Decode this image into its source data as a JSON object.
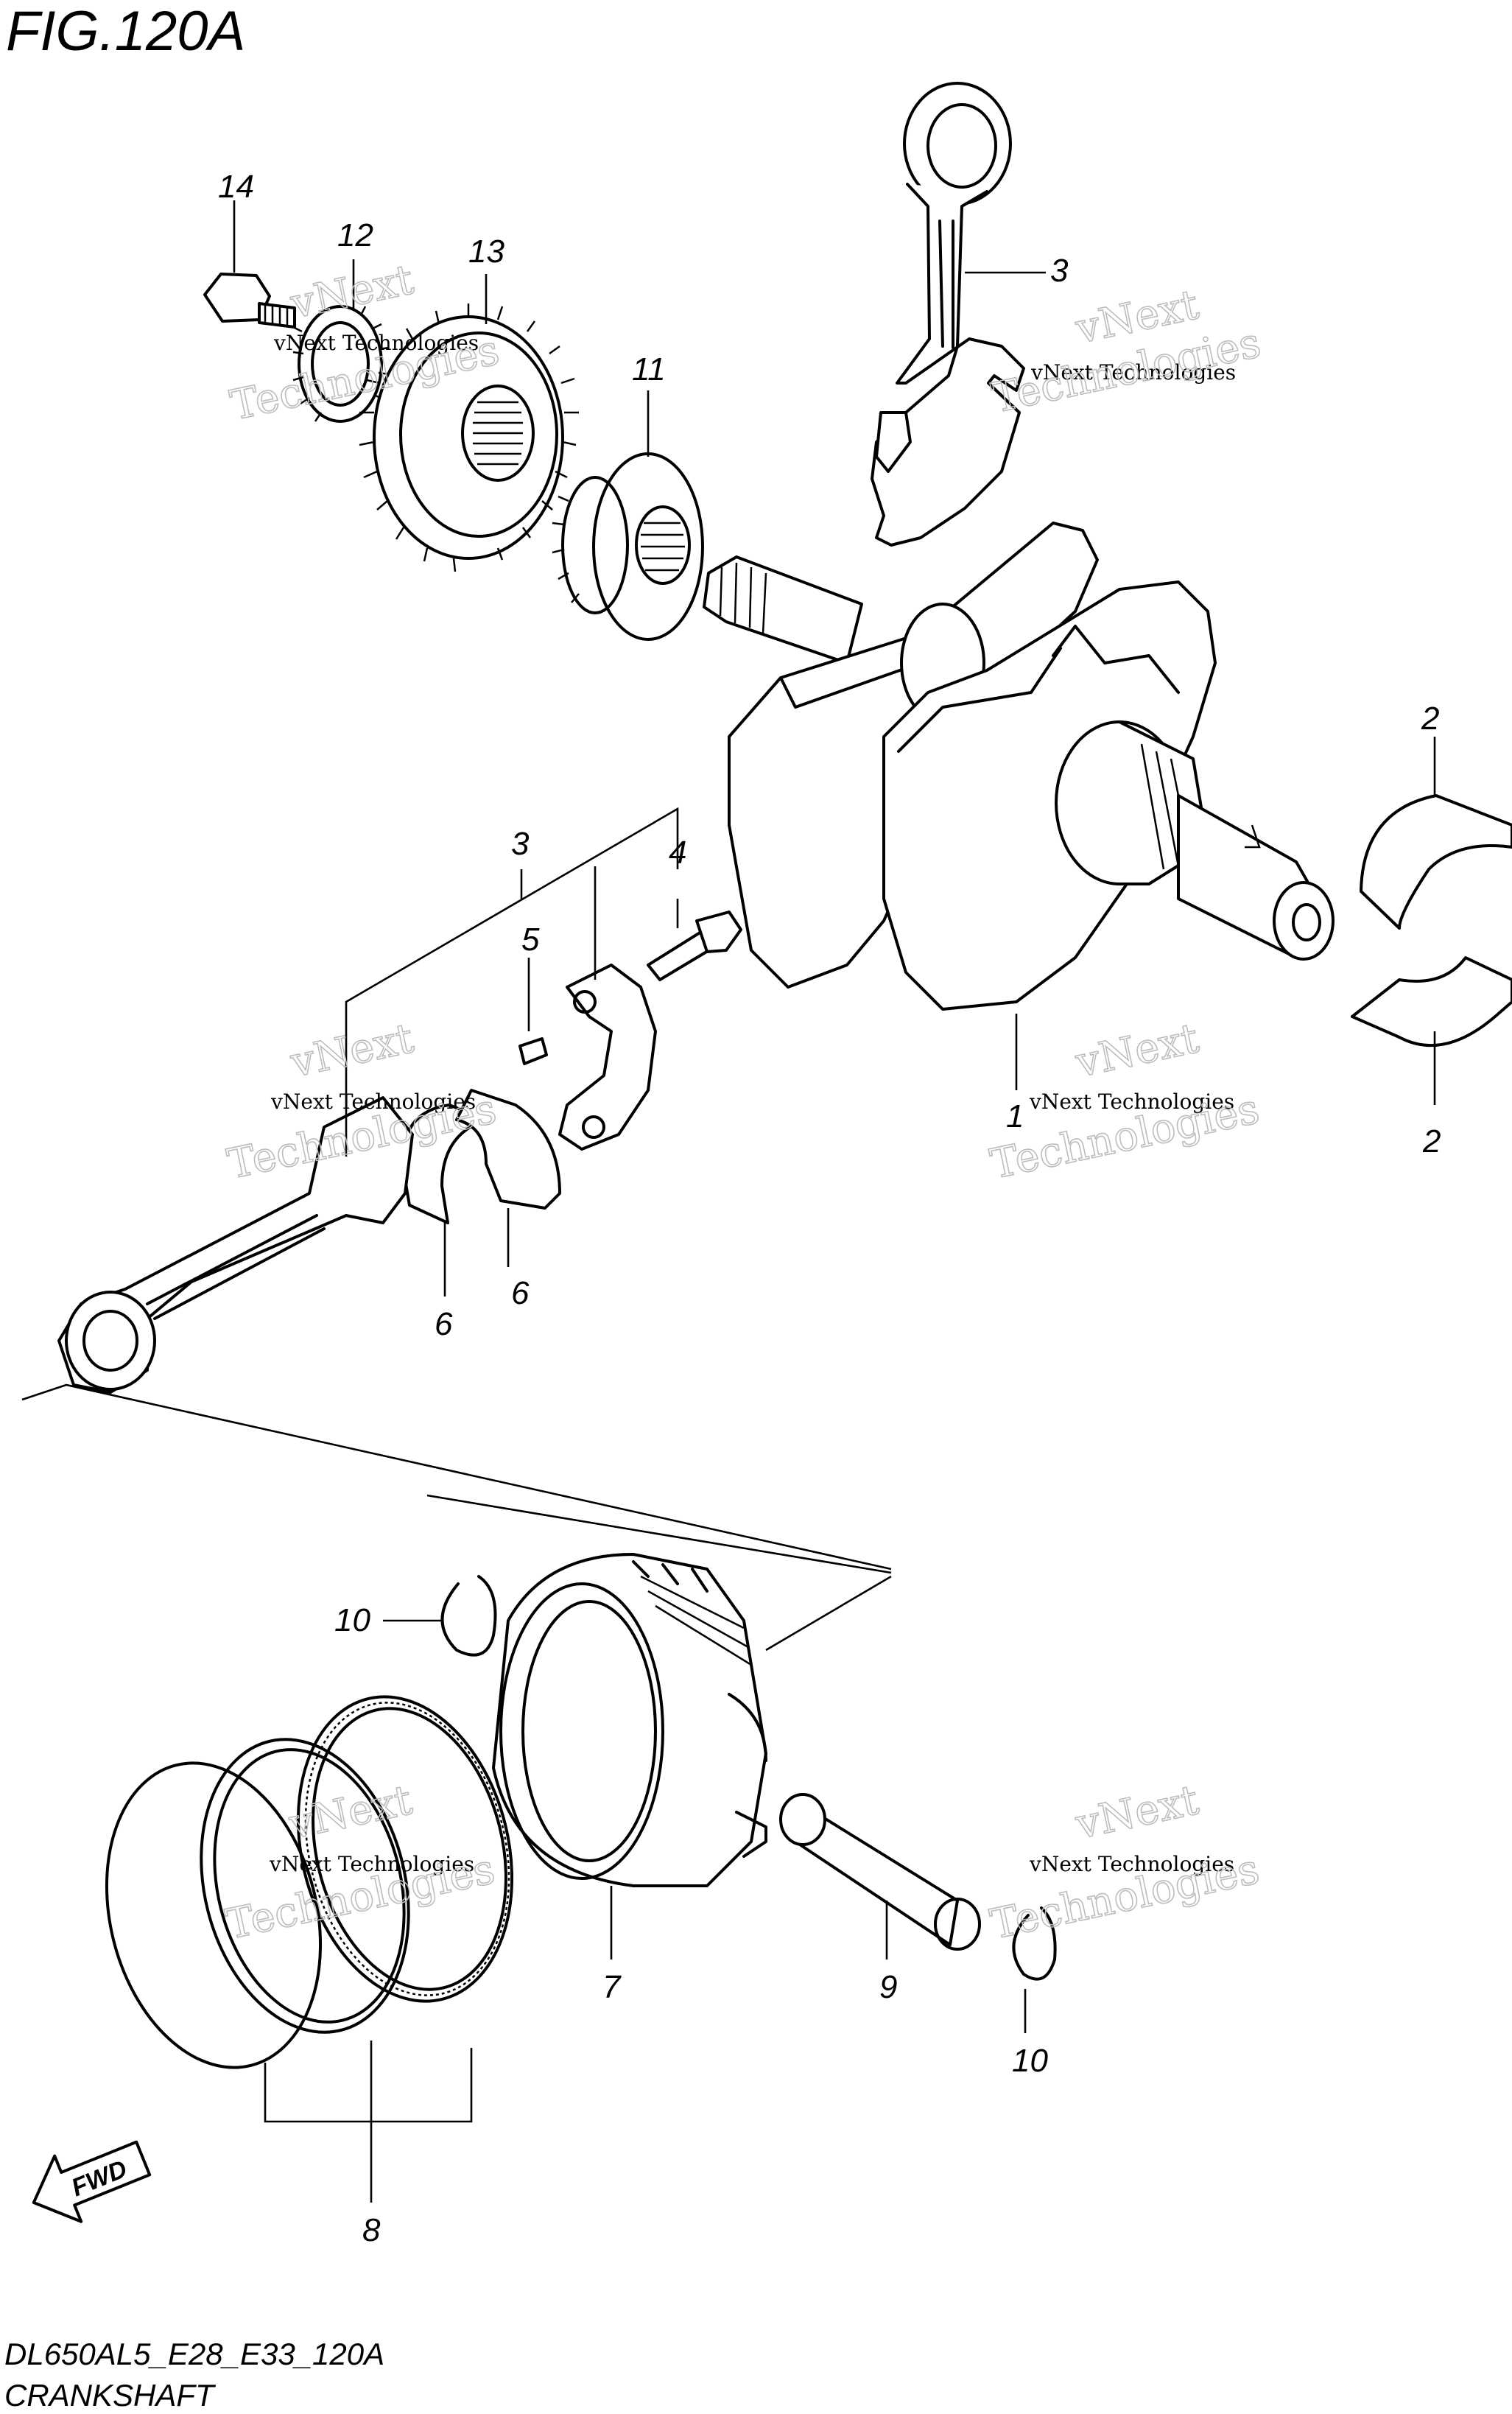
{
  "figure_title": "FIG.120A",
  "footer": {
    "model_code": "DL650AL5_E28_E33_120A",
    "section_name": "CRANKSHAFT"
  },
  "watermark": {
    "line1": "vNext Technologies",
    "brand_word1": "vNext",
    "brand_word2": "Technologies"
  },
  "fwd_label": "FWD",
  "callouts": {
    "c1": "1",
    "c2a": "2",
    "c2b": "2",
    "c3a": "3",
    "c3b": "3",
    "c4": "4",
    "c5": "5",
    "c6a": "6",
    "c6b": "6",
    "c7": "7",
    "c8": "8",
    "c9": "9",
    "c10a": "10",
    "c10b": "10",
    "c11": "11",
    "c12": "12",
    "c13": "13",
    "c14": "14"
  }
}
